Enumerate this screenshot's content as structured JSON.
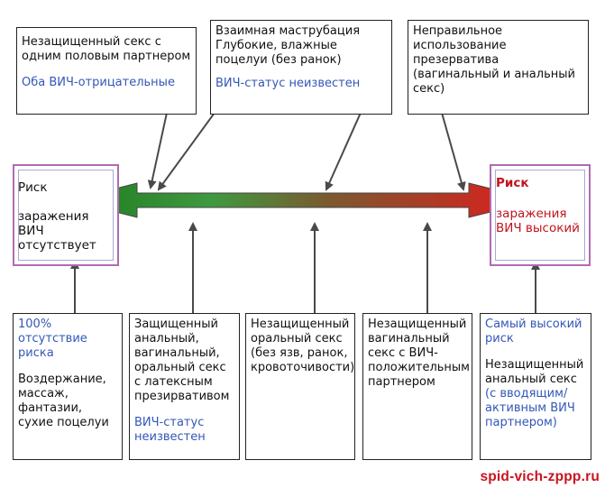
{
  "top_boxes": [
    {
      "text": "Незащищенный секс с одним половым партнером",
      "note": "Оба ВИЧ-отрицательные"
    },
    {
      "text": "Взаимная маструбация Глубокие, влажные поцелуи (без ранок)",
      "note": "ВИЧ-статус неизвестен"
    },
    {
      "text": "Неправильное использование презерватива (вагинальный и анальный секс)"
    }
  ],
  "left_end": {
    "title": "Риск",
    "text": "заражения ВИЧ отсутствует"
  },
  "right_end": {
    "title": "Риск",
    "text": "заражения ВИЧ высокий"
  },
  "bottom_boxes": [
    {
      "heading": "100% отсутствие риска",
      "text": "Воздержание, массаж, фантазии, сухие поцелуи"
    },
    {
      "text": "Защищенный анальный, вагинальный, оральный секс с латексным презирвативом",
      "note": "ВИЧ-статус неизвестен"
    },
    {
      "text": "Незащищенный оральный секс (без язв, ранок, кровоточивости)"
    },
    {
      "text": "Незащищенный вагинальный секс с ВИЧ-положительным партнером"
    },
    {
      "heading": "Самый высокий риск",
      "text": "Незащищенный анальный секс",
      "note": "(с вводящим/ активным ВИЧ партнером)"
    }
  ],
  "watermark": "spid-vich-zppp.ru",
  "colors": {
    "arrow_left": "#1e7a1e",
    "arrow_right": "#e41a1a",
    "note_blue": "#3357b8",
    "high_risk_red": "#c0141c",
    "end_frame": "#b06bb0"
  }
}
